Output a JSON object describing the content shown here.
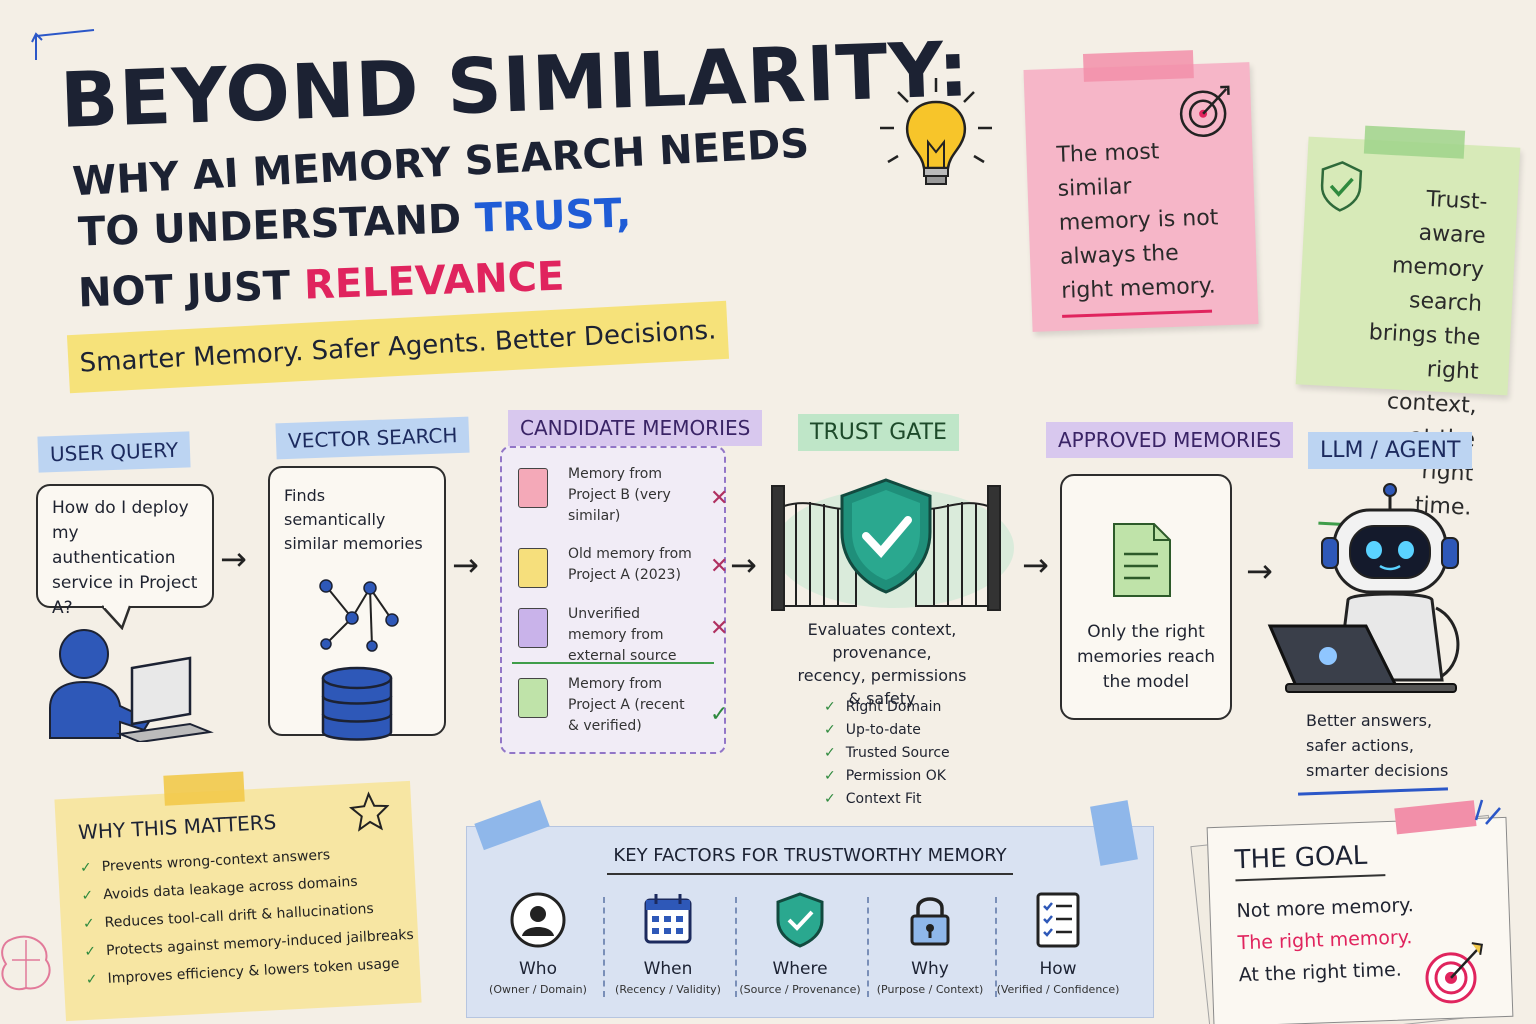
{
  "title": {
    "main": "BEYOND SIMILARITY:",
    "line1": "WHY AI MEMORY SEARCH NEEDS",
    "line2_prefix": "TO UNDERSTAND ",
    "line2_trust": "TRUST,",
    "line3_prefix": "NOT JUST ",
    "line3_relevance": "RELEVANCE",
    "tagline": "Smarter Memory. Safer Agents. Better Decisions."
  },
  "notes": {
    "pink": "The most similar memory is not always the right memory.",
    "green": "Trust-aware memory search brings the right context, at the right time."
  },
  "flow": {
    "user_query": {
      "label": "USER QUERY",
      "text": "How do I deploy my authentication service in Project A?"
    },
    "vector_search": {
      "label": "VECTOR SEARCH",
      "text": "Finds semantically similar memories"
    },
    "candidates": {
      "label": "CANDIDATE MEMORIES",
      "items": [
        {
          "text": "Memory from Project B (very similar)",
          "status": "rejected",
          "color": "#f4a9b8"
        },
        {
          "text": "Old memory from Project A (2023)",
          "status": "rejected",
          "color": "#f6df7c"
        },
        {
          "text": "Unverified memory from external source",
          "status": "rejected",
          "color": "#c9b3ea"
        },
        {
          "text": "Memory from Project A (recent & verified)",
          "status": "approved",
          "color": "#bfe3a9"
        }
      ]
    },
    "trust_gate": {
      "label": "TRUST GATE",
      "description": "Evaluates context, provenance, recency, permissions & safety",
      "checks": [
        "Right Domain",
        "Up-to-date",
        "Trusted Source",
        "Permission OK",
        "Context Fit"
      ]
    },
    "approved": {
      "label": "APPROVED MEMORIES",
      "text": "Only the right memories reach the model"
    },
    "llm_agent": {
      "label": "LLM / AGENT",
      "lines": [
        "Better answers,",
        "safer actions,",
        "smarter decisions"
      ]
    }
  },
  "why_matters": {
    "title": "WHY THIS MATTERS",
    "items": [
      "Prevents wrong-context answers",
      "Avoids data leakage across domains",
      "Reduces tool-call drift & hallucinations",
      "Protects against memory-induced jailbreaks",
      "Improves efficiency & lowers token usage"
    ]
  },
  "key_factors": {
    "title": "KEY FACTORS FOR TRUSTWORTHY MEMORY",
    "items": [
      {
        "name": "Who",
        "sub": "(Owner / Domain)",
        "icon": "person-icon"
      },
      {
        "name": "When",
        "sub": "(Recency / Validity)",
        "icon": "calendar-icon"
      },
      {
        "name": "Where",
        "sub": "(Source / Provenance)",
        "icon": "shield-check-icon"
      },
      {
        "name": "Why",
        "sub": "(Purpose / Context)",
        "icon": "lock-icon"
      },
      {
        "name": "How",
        "sub": "(Verified / Confidence)",
        "icon": "checklist-icon"
      }
    ]
  },
  "goal": {
    "title": "THE GOAL",
    "lines": [
      "Not more memory.",
      "The right memory.",
      "At the right time."
    ]
  },
  "colors": {
    "trust_blue": "#1f5cd6",
    "relevance_pink": "#e0245e",
    "approve_green": "#2f8a3e",
    "reject_red": "#b03060"
  }
}
